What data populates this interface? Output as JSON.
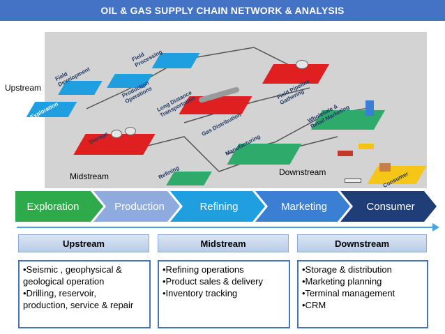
{
  "title": "OIL & GAS SUPPLY CHAIN NETWORK & ANALYSIS",
  "diagram": {
    "nodes": [
      {
        "label": "Exploration"
      },
      {
        "label": "Field\nDevelopment"
      },
      {
        "label": "Production\nOperations"
      },
      {
        "label": "Field\nProcessing"
      },
      {
        "label": "Field Pipeline\nGathering"
      },
      {
        "label": "Long Distance\nTransportation"
      },
      {
        "label": "Gas Distribution"
      },
      {
        "label": "Storage"
      },
      {
        "label": "Wholesale &\nRetail Marketing"
      },
      {
        "label": "Manufacturing"
      },
      {
        "label": "Refining"
      },
      {
        "label": "Consumer"
      }
    ],
    "stage_labels": {
      "upstream": "Upstream",
      "midstream": "Midstream",
      "downstream": "Downstream"
    }
  },
  "chevrons": [
    "Exploration",
    "Production",
    "Refining",
    "Marketing",
    "Consumer"
  ],
  "chevron_colors": [
    "#2eaa4a",
    "#8faadc",
    "#1f9fe0",
    "#3b7fd4",
    "#1f3e77"
  ],
  "columns": [
    {
      "header": "Upstream",
      "items": [
        "•Seismic , geophysical &\ngeological operation",
        "•Drilling, reservoir,\nproduction, service & repair"
      ]
    },
    {
      "header": "Midstream",
      "items": [
        "•Refining operations",
        "•Product sales & delivery",
        "•Inventory tracking"
      ]
    },
    {
      "header": "Downstream",
      "items": [
        "•Storage & distribution",
        "•Marketing planning",
        "•Terminal management",
        "•CRM"
      ]
    }
  ]
}
